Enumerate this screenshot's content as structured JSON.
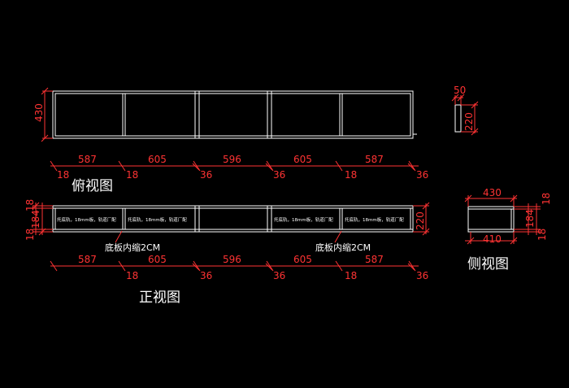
{
  "views": {
    "top": {
      "title": "俯视图",
      "depth": "430"
    },
    "front": {
      "title": "正视图",
      "height_top": "18",
      "height_mid": "184",
      "height_bottom": "18",
      "height_total": "220",
      "note": "托底轨，18mm板，轨道厂配",
      "callout": "底板内缩2CM"
    },
    "side": {
      "title": "侧视图",
      "width_top": "430",
      "width_inner": "410",
      "height_top": "18",
      "height_mid": "184",
      "height_bottom": "18"
    },
    "small": {
      "width": "50",
      "height": "220"
    }
  },
  "dimensions": {
    "segments": [
      "587",
      "605",
      "596",
      "605",
      "587"
    ],
    "gaps": [
      "18",
      "18",
      "36",
      "36",
      "18",
      "36"
    ]
  },
  "colors": {
    "line": "#ffffff",
    "dimension": "#ff3333",
    "background": "#000000"
  }
}
